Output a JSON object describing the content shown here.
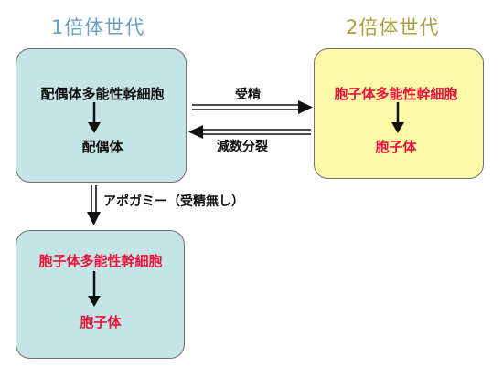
{
  "titles": {
    "haploid": "1倍体世代",
    "diploid": "2倍体世代"
  },
  "boxes": {
    "gamete_box": {
      "top_label": "配偶体多能性幹細胞",
      "bottom_label": "配偶体"
    },
    "sporophyte_right": {
      "top_label": "胞子体多能性幹細胞",
      "bottom_label": "胞子体"
    },
    "sporophyte_bottom": {
      "top_label": "胞子体多能性幹細胞",
      "bottom_label": "胞子体"
    }
  },
  "edges": {
    "fertilization": "受精",
    "meiosis": "減数分裂",
    "apogamy": "アポガミー（受精無し）"
  },
  "colors": {
    "haploid_title": "#6aa0c8",
    "diploid_title": "#a8a040",
    "haploid_box": "#c5e4e5",
    "diploid_box": "#fdfba8",
    "red_text": "#e8143c"
  }
}
